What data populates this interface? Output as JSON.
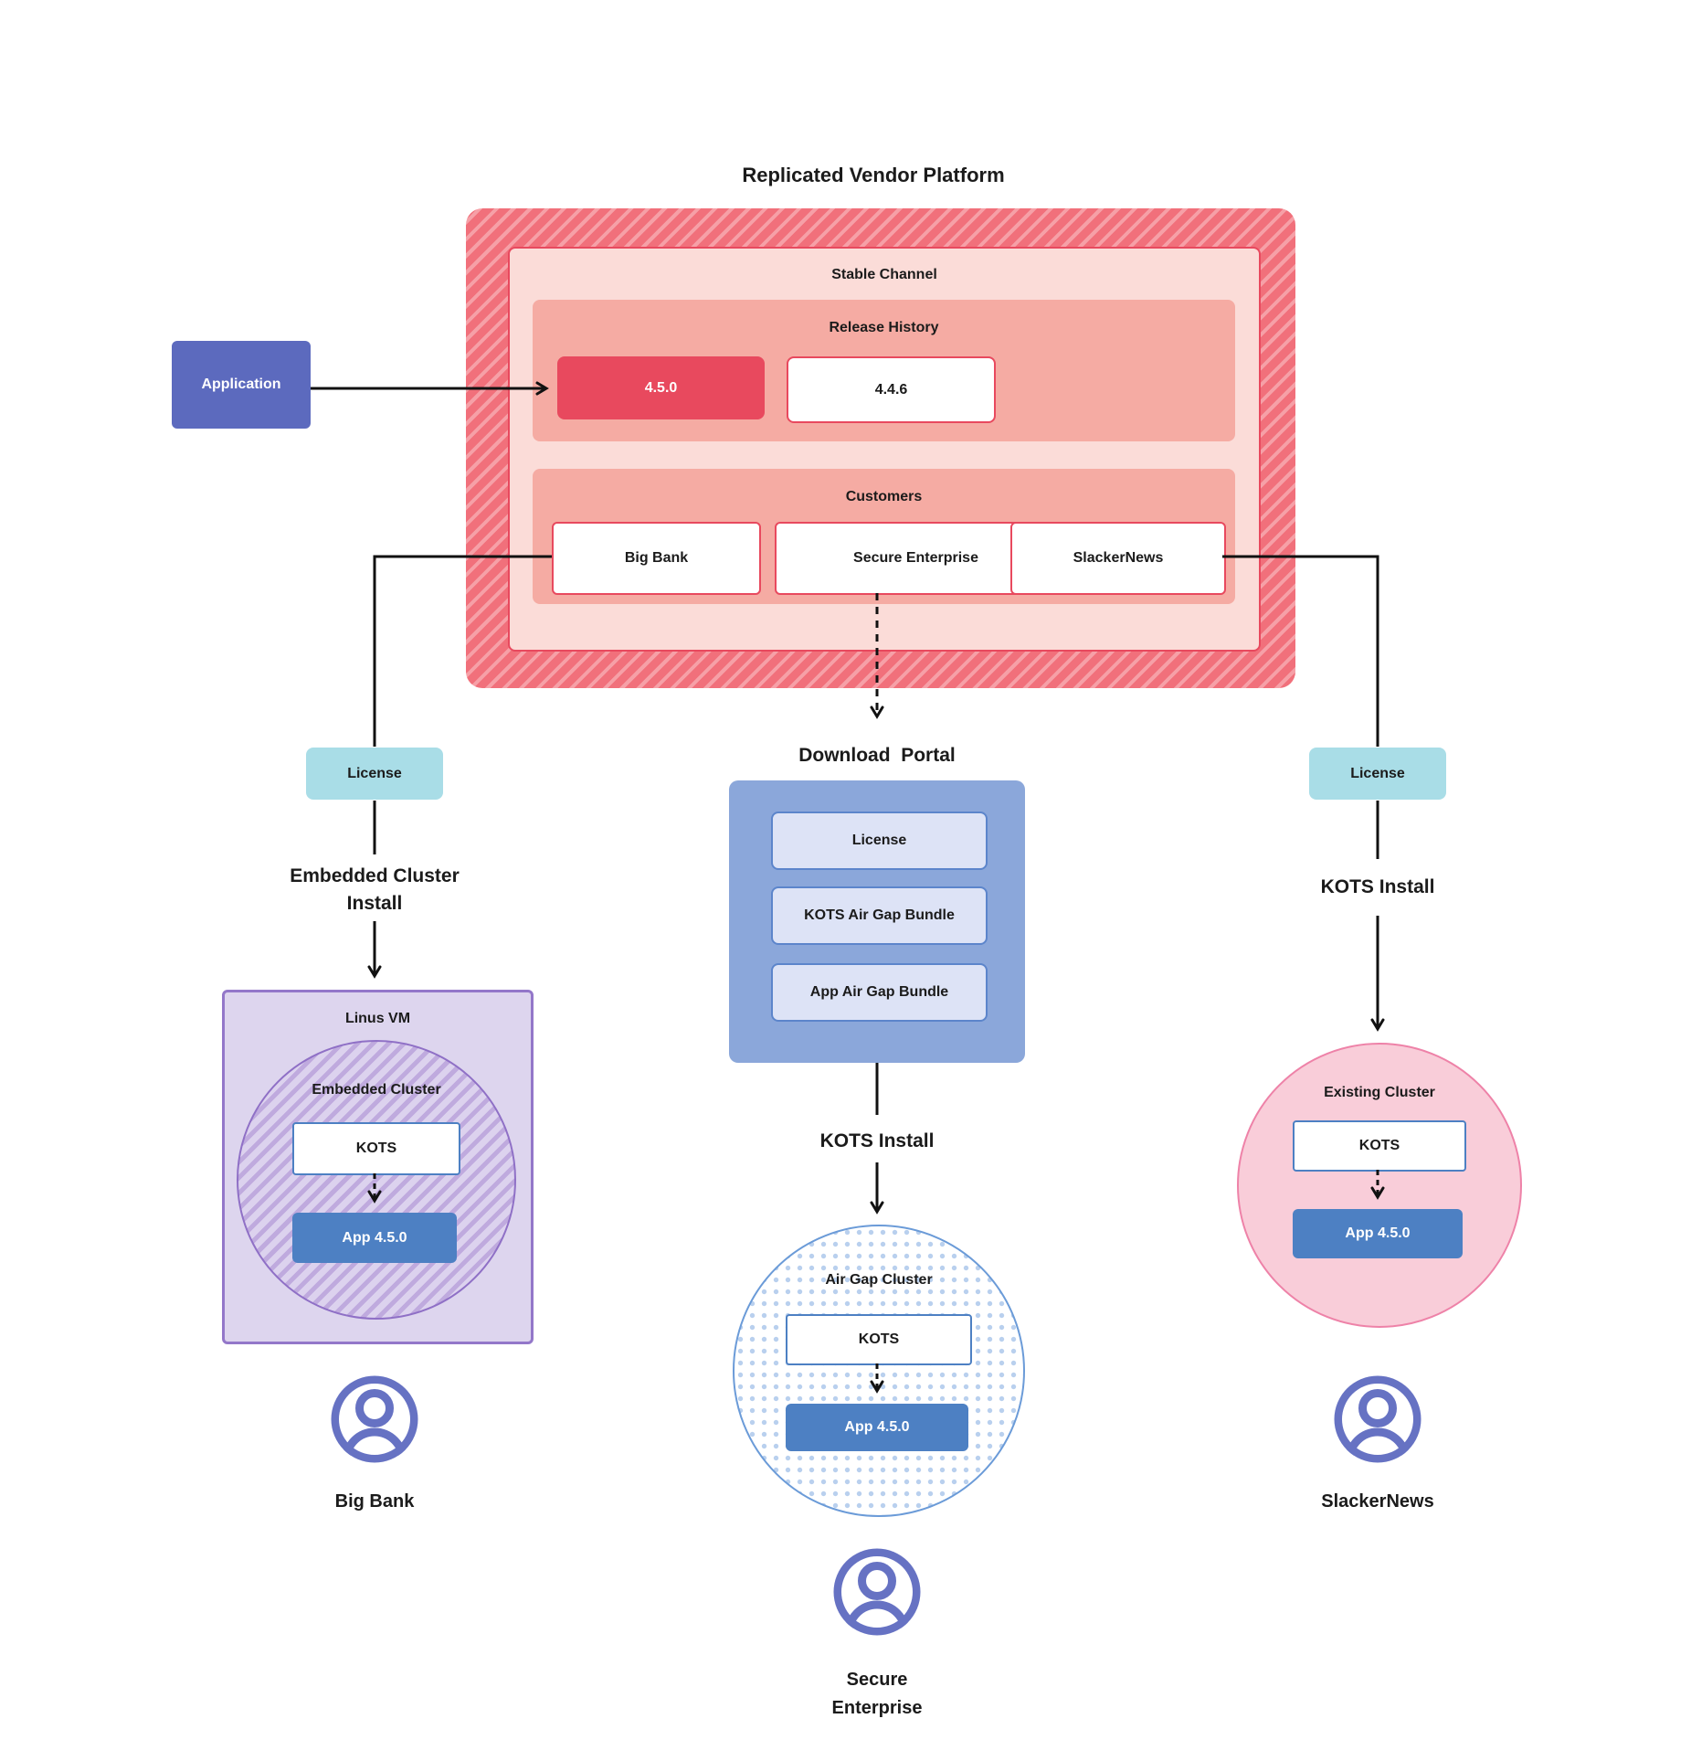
{
  "diagram_title": "Replicated Vendor Platform",
  "application_box": {
    "label": "Application"
  },
  "platform": {
    "stable_channel": "Stable Channel",
    "release_history": {
      "title": "Release History",
      "current_release": "4.5.0",
      "previous_release": "4.4.6"
    },
    "customers": {
      "title": "Customers",
      "items": [
        "Big Bank",
        "Secure Enterprise",
        "SlackerNews"
      ]
    }
  },
  "flows": {
    "left": {
      "license": "License",
      "install_method": "Embedded Cluster Install",
      "vm": "Linus VM",
      "cluster": "Embedded Cluster",
      "kots": "KOTS",
      "app": "App 4.5.0",
      "customer": "Big Bank"
    },
    "middle": {
      "portal": {
        "title": "Download  Portal",
        "items": [
          "License",
          "KOTS Air Gap Bundle",
          "App Air Gap Bundle"
        ]
      },
      "install_method": "KOTS Install",
      "cluster": "Air Gap Cluster",
      "kots": "KOTS",
      "app": "App 4.5.0",
      "customer": "Secure Enterprise"
    },
    "right": {
      "license": "License",
      "install_method": "KOTS Install",
      "cluster": "Existing Cluster",
      "kots": "KOTS",
      "app": "App 4.5.0",
      "customer": "SlackerNews"
    }
  },
  "colors": {
    "accent_red": "#e8495e",
    "hatch_red_base": "#f1707b",
    "hatch_red_stripe": "#f6a0a7",
    "stable_channel_fill": "#fbdcd8",
    "salmon_fill": "#f5aba3",
    "application_purple": "#5c6abe",
    "license_teal": "#a9dde7",
    "portal_blue": "#8ba7da",
    "portal_item_fill": "#dde3f6",
    "portal_item_border": "#5c85cb",
    "kots_border_blue": "#4d80c3",
    "app_blue": "#4d80c3",
    "vm_purple_fill": "#ddd5ee",
    "vm_purple_border": "#9377c9",
    "cluster_hatch_purple": "#bfaade",
    "airgap_border_blue": "#6b9bd8",
    "airgap_dot_blue": "#b9d0ee",
    "existing_pink_fill": "#f9cdd9",
    "existing_pink_border": "#ee82a8",
    "person_icon_purple": "#6672c3",
    "line_black": "#111111"
  }
}
